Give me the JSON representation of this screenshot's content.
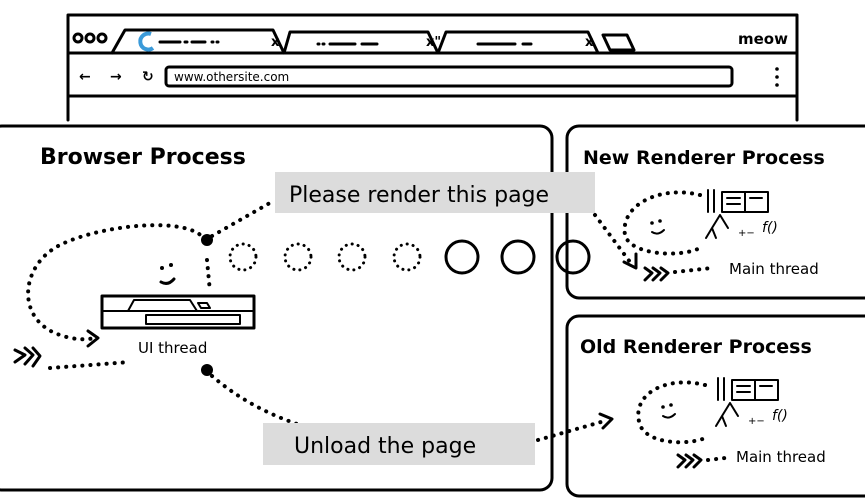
{
  "browser_window": {
    "url": "www.othersite.com",
    "profile_label": "meow",
    "tabs": [
      {
        "state": "loading"
      },
      {
        "state": "idle"
      },
      {
        "state": "idle"
      }
    ]
  },
  "browser_process": {
    "title": "Browser Process",
    "ui_thread_label": "UI thread",
    "render_message": "Please render this page",
    "unload_message": "Unload the page"
  },
  "new_renderer": {
    "title": "New Renderer Process",
    "main_thread_label": "Main thread"
  },
  "old_renderer": {
    "title": "Old Renderer Process",
    "main_thread_label": "Main thread"
  },
  "colors": {
    "label_bg": "#dcdcdc",
    "spinner": "#3a9ad9",
    "ink": "#000000"
  }
}
